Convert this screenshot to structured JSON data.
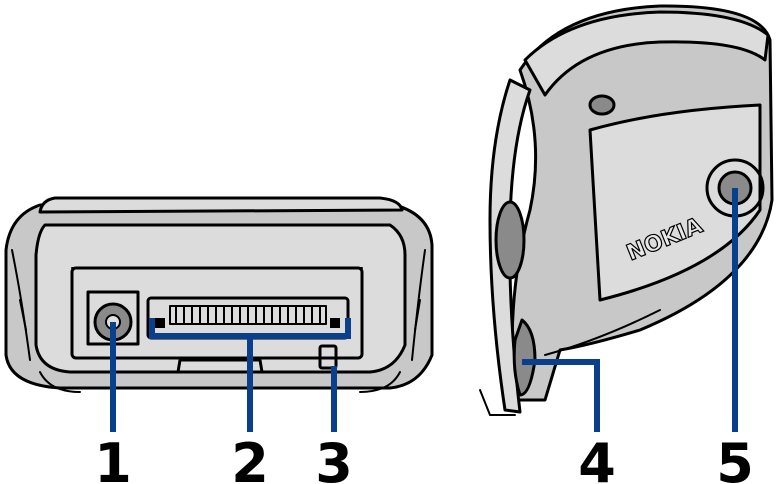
{
  "callouts": [
    {
      "number": "1"
    },
    {
      "number": "2"
    },
    {
      "number": "3"
    },
    {
      "number": "4"
    },
    {
      "number": "5"
    }
  ],
  "brand_logo_text": "NOKIA",
  "colors": {
    "callout_line": "#0a3f8c",
    "device_fill": "#c8c8c8",
    "outline": "#000000"
  }
}
